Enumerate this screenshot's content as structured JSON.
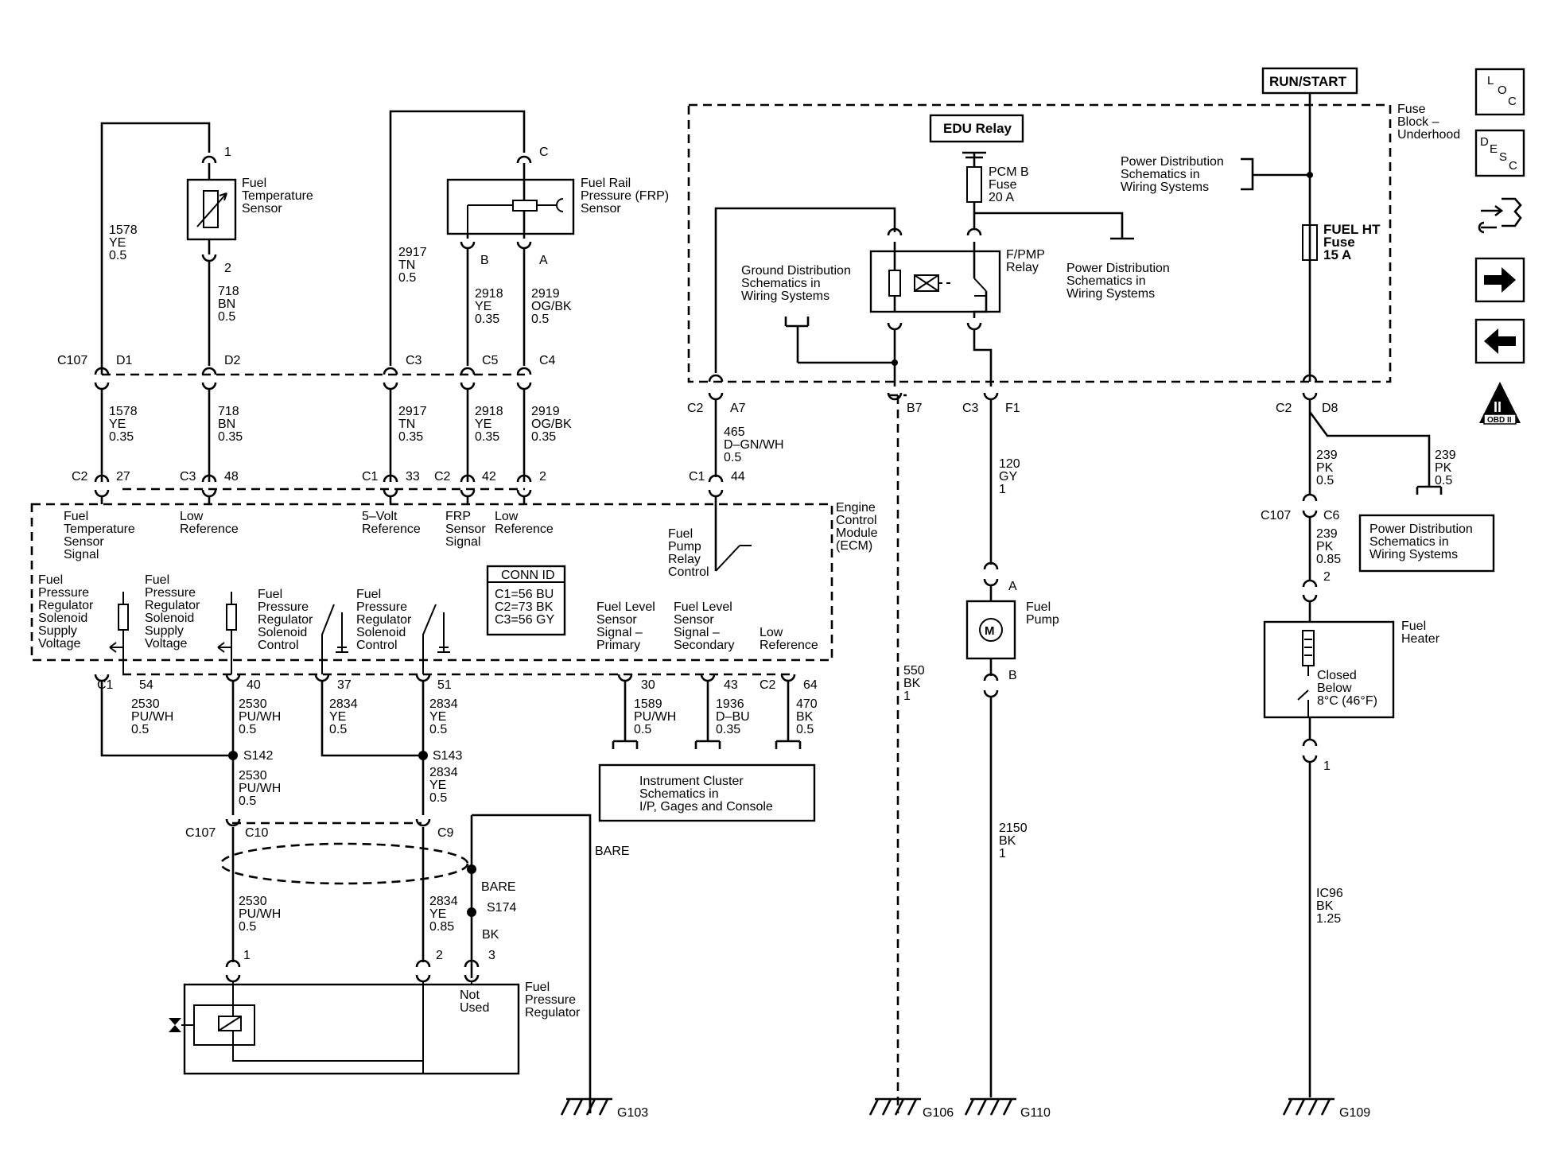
{
  "nav": {
    "loc": "LOC",
    "desc": "DESC",
    "obd": "OBD II"
  },
  "labels": {
    "run_start": "RUN/START",
    "fuse_block": [
      "Fuse",
      "Block –",
      "Underhood"
    ],
    "edu_relay": "EDU Relay",
    "pcm_fuse": [
      "PCM B",
      "Fuse",
      "20 A"
    ],
    "pd_top": [
      "Power Distribution",
      "Schematics in",
      "Wiring Systems"
    ],
    "fuel_ht_fuse": [
      "FUEL HT",
      "Fuse",
      "15 A"
    ],
    "ground_dist": [
      "Ground Distribution",
      "Schematics in",
      "Wiring Systems"
    ],
    "fpmp_relay": [
      "F/PMP",
      "Relay"
    ],
    "pd_mid": [
      "Power Distribution",
      "Schematics in",
      "Wiring Systems"
    ],
    "pd_right": [
      "Power Distribution",
      "Schematics in",
      "Wiring Systems"
    ],
    "fuel_temp_sensor": [
      "Fuel",
      "Temperature",
      "Sensor"
    ],
    "frp_sensor": [
      "Fuel Rail",
      "Pressure (FRP)",
      "Sensor"
    ],
    "ecm": [
      "Engine",
      "Control",
      "Module",
      "(ECM)"
    ],
    "fuel_pump": [
      "Fuel",
      "Pump"
    ],
    "fuel_heater": [
      "Fuel",
      "Heater"
    ],
    "closed_below": [
      "Closed",
      "Below",
      "8°C (46°F)"
    ],
    "instrument_cluster": [
      "Instrument Cluster",
      "Schematics in",
      "I/P, Gages and Console"
    ],
    "fuel_pressure_regulator": [
      "Fuel",
      "Pressure",
      "Regulator"
    ],
    "not_used": [
      "Not",
      "Used"
    ],
    "bare_top": "BARE",
    "bare_splice": "BARE",
    "s174": "S174",
    "bk_s174": "BK",
    "s142": "S142",
    "s143": "S143",
    "conn_id_title": "CONN ID",
    "conn_id_rows": [
      "C1=56 BU",
      "C2=73 BK",
      "C3=56 GY"
    ],
    "ecm_fts_signal": [
      "Fuel",
      "Temperature",
      "Sensor",
      "Signal"
    ],
    "ecm_low_ref_1": [
      "Low",
      "Reference"
    ],
    "ecm_5v_ref": [
      "5–Volt",
      "Reference"
    ],
    "ecm_frp_signal": [
      "FRP",
      "Sensor",
      "Signal"
    ],
    "ecm_low_ref_2": [
      "Low",
      "Reference"
    ],
    "ecm_fp_relay_ctrl": [
      "Fuel",
      "Pump",
      "Relay",
      "Control"
    ],
    "ecm_fprs_supply_1": [
      "Fuel",
      "Pressure",
      "Regulator",
      "Solenoid",
      "Supply",
      "Voltage"
    ],
    "ecm_fprs_supply_2": [
      "Fuel",
      "Pressure",
      "Regulator",
      "Solenoid",
      "Supply",
      "Voltage"
    ],
    "ecm_fprs_ctrl_1": [
      "Fuel",
      "Pressure",
      "Regulator",
      "Solenoid",
      "Control"
    ],
    "ecm_fprs_ctrl_2": [
      "Fuel",
      "Pressure",
      "Regulator",
      "Solenoid",
      "Control"
    ],
    "ecm_fls_primary": [
      "Fuel Level",
      "Sensor",
      "Signal –",
      "Primary"
    ],
    "ecm_fls_secondary": [
      "Fuel Level",
      "Sensor",
      "Signal –",
      "Secondary"
    ],
    "ecm_low_ref_3": [
      "Low",
      "Reference"
    ]
  },
  "wires": {
    "w1578_top": [
      "1578",
      "YE",
      "0.5"
    ],
    "w718_top": [
      "718",
      "BN",
      "0.5"
    ],
    "w2917_top": [
      "2917",
      "TN",
      "0.5"
    ],
    "w2918_top": [
      "2918",
      "YE",
      "0.35"
    ],
    "w2919_top": [
      "2919",
      "OG/BK",
      "0.5"
    ],
    "w1578_bot": [
      "1578",
      "YE",
      "0.35"
    ],
    "w718_bot": [
      "718",
      "BN",
      "0.35"
    ],
    "w2917_bot": [
      "2917",
      "TN",
      "0.35"
    ],
    "w2918_bot": [
      "2918",
      "YE",
      "0.35"
    ],
    "w2919_bot": [
      "2919",
      "OG/BK",
      "0.35"
    ],
    "w465": [
      "465",
      "D–GN/WH",
      "0.5"
    ],
    "w120": [
      "120",
      "GY",
      "1"
    ],
    "w239_a": [
      "239",
      "PK",
      "0.5"
    ],
    "w239_b": [
      "239",
      "PK",
      "0.5"
    ],
    "w239_c": [
      "239",
      "PK",
      "0.85"
    ],
    "w550": [
      "550",
      "BK",
      "1"
    ],
    "w2150": [
      "2150",
      "BK",
      "1"
    ],
    "wIC96": [
      "IC96",
      "BK",
      "1.25"
    ],
    "w2530_a": [
      "2530",
      "PU/WH",
      "0.5"
    ],
    "w2530_b": [
      "2530",
      "PU/WH",
      "0.5"
    ],
    "w2530_c": [
      "2530",
      "PU/WH",
      "0.5"
    ],
    "w2530_d": [
      "2530",
      "PU/WH",
      "0.5"
    ],
    "w2834_a": [
      "2834",
      "YE",
      "0.5"
    ],
    "w2834_b": [
      "2834",
      "YE",
      "0.5"
    ],
    "w2834_c": [
      "2834",
      "YE",
      "0.5"
    ],
    "w2834_d": [
      "2834",
      "YE",
      "0.85"
    ],
    "w1589": [
      "1589",
      "PU/WH",
      "0.5"
    ],
    "w1936": [
      "1936",
      "D–BU",
      "0.35"
    ],
    "w470": [
      "470",
      "BK",
      "0.5"
    ]
  },
  "connectors": {
    "c107_top": "C107",
    "d1": "D1",
    "d2": "D2",
    "c3_top": "C3",
    "c5": "C5",
    "c4": "C4",
    "fts_1": "1",
    "fts_2": "2",
    "frp_c": "C",
    "frp_b": "B",
    "frp_a": "A",
    "c2_27": "C2",
    "p27": "27",
    "c3_48": "C3",
    "p48": "48",
    "c1_33": "C1",
    "p33": "33",
    "c2_42": "C2",
    "p42": "42",
    "p2": "2",
    "c1_44": "C1",
    "p44": "44",
    "c2_a7": "C2",
    "a7": "A7",
    "b7": "B7",
    "c3_f1": "C3",
    "f1": "F1",
    "c2_d8": "C2",
    "d8": "D8",
    "c107_c6": "C107",
    "c6": "C6",
    "p2_heater": "2",
    "p1_heater": "1",
    "pump_a": "A",
    "pump_b": "B",
    "c1_54": "C1",
    "p54": "54",
    "p40": "40",
    "p37": "37",
    "p51": "51",
    "p30": "30",
    "p43": "43",
    "c2_64": "C2",
    "p64": "64",
    "c107_bot": "C107",
    "c10": "C10",
    "c9": "C9",
    "fpr_1": "1",
    "fpr_2": "2",
    "fpr_3": "3"
  },
  "grounds": {
    "g103": "G103",
    "g106": "G106",
    "g110": "G110",
    "g109": "G109"
  }
}
